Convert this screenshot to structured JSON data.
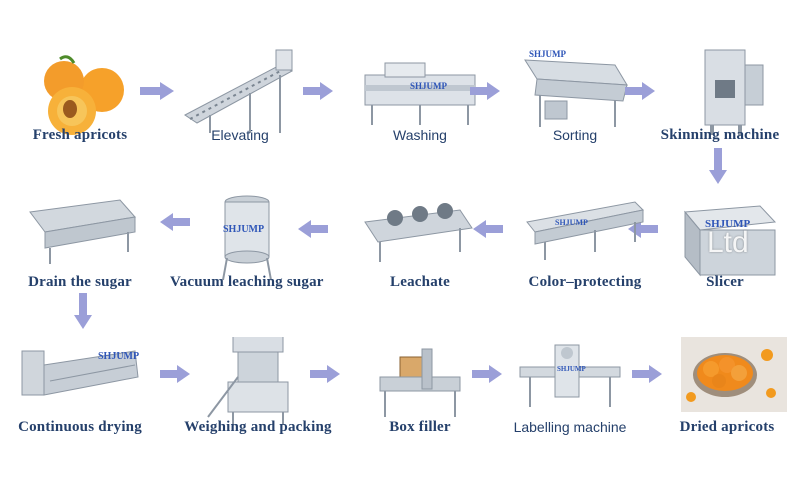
{
  "colors": {
    "label": "#25406b",
    "arrow": "#9b9fd8",
    "steel": "#b9c0c8",
    "apricot": "#f29a1e"
  },
  "watermark": "Ltd",
  "steps": [
    {
      "label": "Fresh apricots",
      "image": "apricots-image"
    },
    {
      "label": "Elevating",
      "image": "elevator-conveyor-image"
    },
    {
      "label": "Washing",
      "image": "washing-machine-image"
    },
    {
      "label": "Sorting",
      "image": "sorting-machine-image"
    },
    {
      "label": "Skinning machine",
      "image": "skinning-machine-image"
    },
    {
      "label": "Slicer",
      "image": "slicer-machine-image"
    },
    {
      "label": "Color–protecting",
      "image": "color-protecting-line-image"
    },
    {
      "label": "Leachate",
      "image": "leachate-machine-image"
    },
    {
      "label": "Vacuum leaching sugar",
      "image": "vacuum-tank-image"
    },
    {
      "label": "Drain the sugar",
      "image": "drain-machine-image"
    },
    {
      "label": "Continuous drying",
      "image": "drying-machine-image"
    },
    {
      "label": "Weighing and packing",
      "image": "packing-machine-image"
    },
    {
      "label": "Box filler",
      "image": "box-filler-image"
    },
    {
      "label": "Labelling machine",
      "image": "labelling-machine-image"
    },
    {
      "label": "Dried apricots",
      "image": "dried-apricots-image"
    }
  ]
}
